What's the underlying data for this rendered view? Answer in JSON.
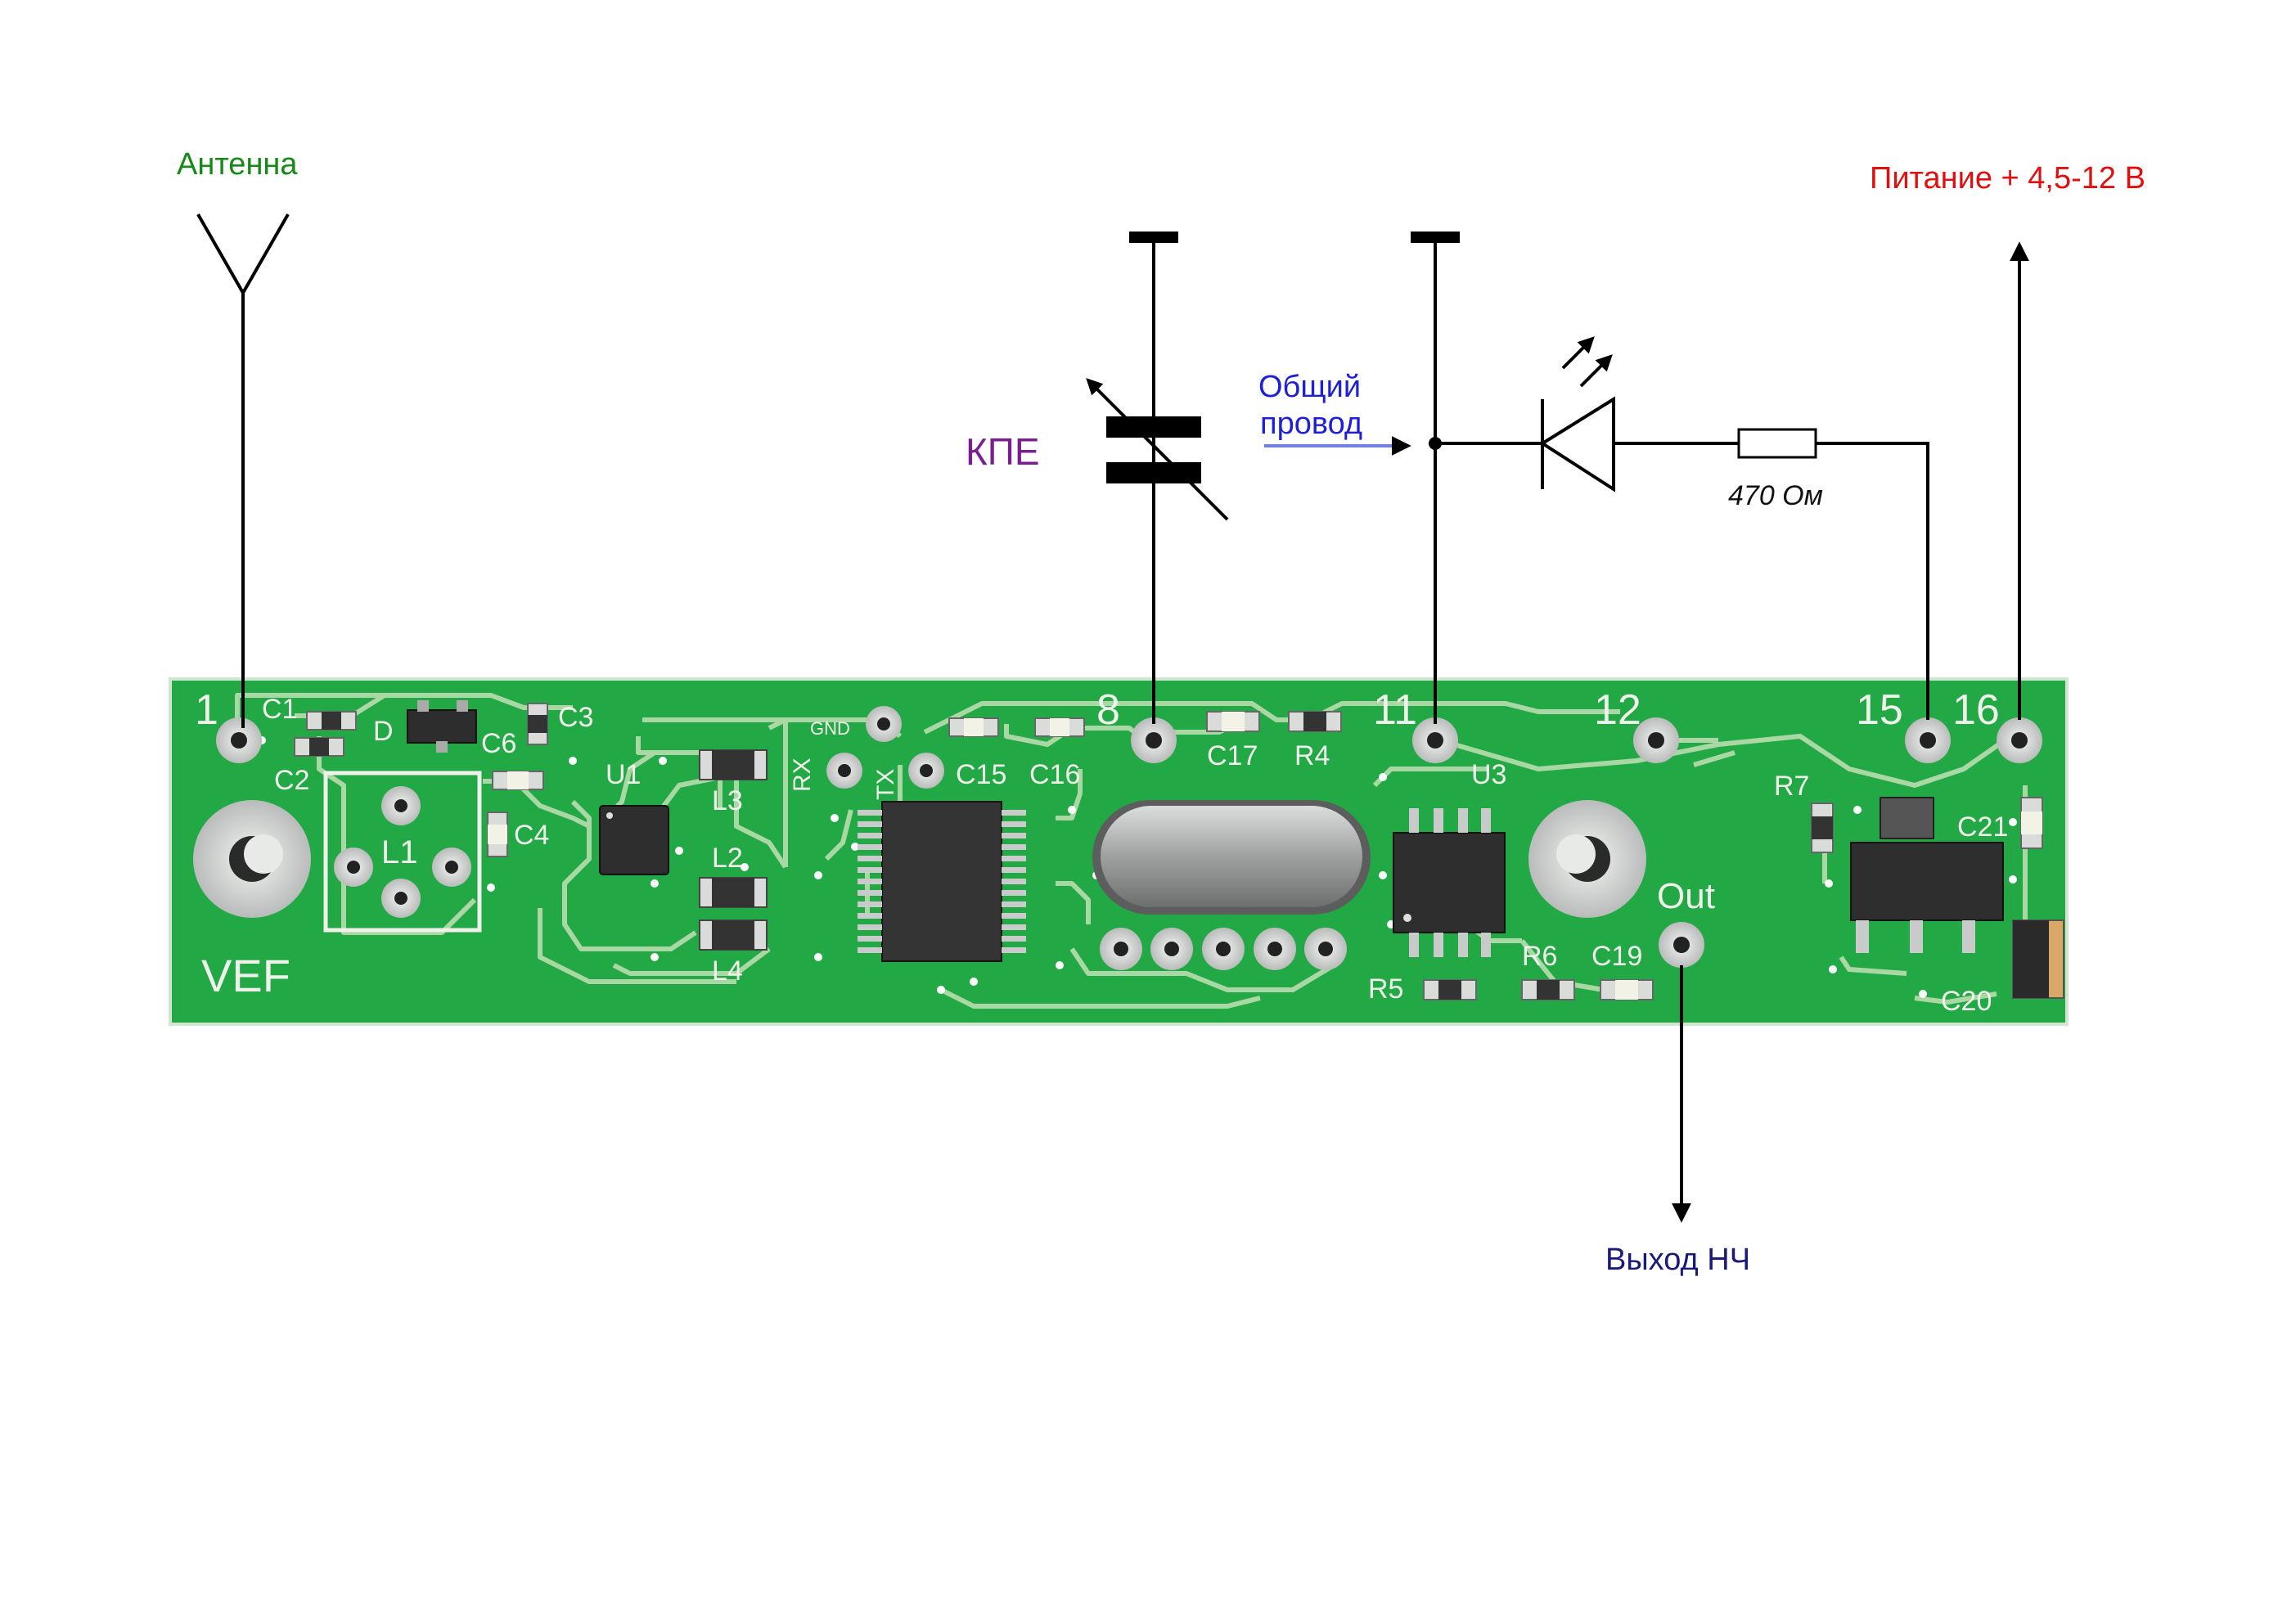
{
  "labels": {
    "antenna": "Антенна",
    "power": "Питание + 4,5-12 В",
    "kpe": "КПЕ",
    "common_line1": "Общий",
    "common_line2": "провод",
    "resistor_value": "470 Ом",
    "output": "Выход НЧ"
  },
  "board": {
    "pins": [
      "1",
      "8",
      "11",
      "12",
      "15",
      "16"
    ],
    "brand": "VEF",
    "out": "Out",
    "gnd": "GND",
    "rx": "RX",
    "tx": "TX",
    "refs": [
      "C1",
      "C2",
      "D",
      "C3",
      "C6",
      "C4",
      "L1",
      "U1",
      "L3",
      "L2",
      "L4",
      "C15",
      "C16",
      "C17",
      "R4",
      "U3",
      "R5",
      "R6",
      "C19",
      "R7",
      "C21",
      "C20"
    ]
  },
  "colors": {
    "pcb": "#22a845",
    "trace": "#a9d8a4",
    "pad": "#d3d6d4",
    "antenna_label": "#168a16",
    "power_label": "#e01010",
    "kpe_label": "#7a1f8f",
    "common_label": "#1f1fd6",
    "output_label": "#1a1a7a",
    "arrow_blue": "#6f7ff0"
  }
}
